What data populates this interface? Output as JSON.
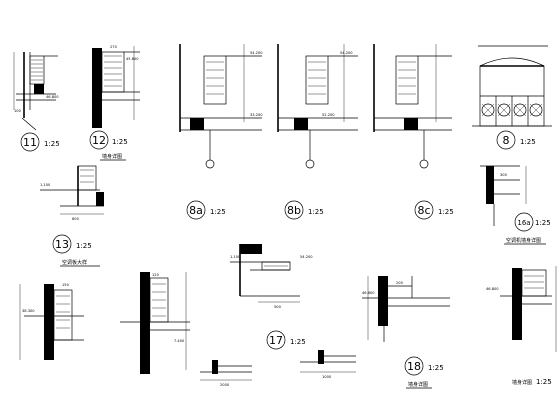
{
  "sheet": {
    "background": "#ffffff",
    "line_color": "#000000"
  },
  "details": {
    "d11": {
      "number": "11",
      "scale": "1:25"
    },
    "d12": {
      "number": "12",
      "scale": "1:25",
      "caption": "墙身详图"
    },
    "d13": {
      "number": "13",
      "scale": "1:25",
      "caption": "空调板大样"
    },
    "d8a": {
      "number": "8a",
      "scale": "1:25"
    },
    "d8b": {
      "number": "8b",
      "scale": "1:25"
    },
    "d8c": {
      "number": "8c",
      "scale": "1:25"
    },
    "d8": {
      "number": "8",
      "scale": "1:25"
    },
    "d16a": {
      "number": "16a",
      "scale": "1:25",
      "caption": "空调机墙身详图"
    },
    "d17": {
      "number": "17",
      "scale": "1:25"
    },
    "d18": {
      "number": "18",
      "scale": "1:25",
      "caption": "墙身详图"
    },
    "d19": {
      "caption": "墙身详图",
      "scale": "1:25"
    }
  },
  "dimensions": {
    "elev_46800": "46.800",
    "elev_45600": "45.600",
    "elev_54200": "54.200",
    "elev_38300": "38.300",
    "elev_33200": "33.200",
    "elev_52200": "52.200",
    "elev_7400": "7.400",
    "elev_1100": "1.100",
    "elev_1100b": "1.100",
    "dim_600": "600",
    "dim_300": "300",
    "dim_100": "100",
    "dim_270": "270",
    "dim_500": "500",
    "dim_200": "200",
    "dim_2000": "2000",
    "dim_1000": "1000",
    "dim_150": "150",
    "dim_120": "120"
  }
}
